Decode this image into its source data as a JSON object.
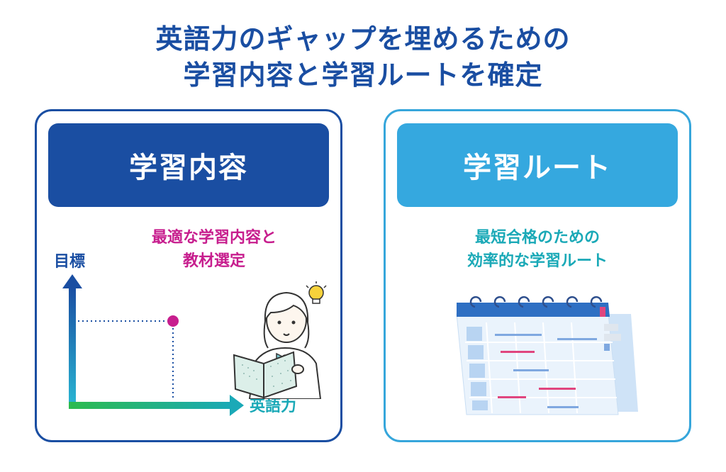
{
  "title": {
    "line1": "英語力のギャップを埋めるための",
    "line2": "学習内容と学習ルートを確定"
  },
  "left_card": {
    "header": "学習内容",
    "caption_line1": "最適な学習内容と",
    "caption_line2": "教材選定",
    "y_axis_label": "目標",
    "x_axis_label": "英語力"
  },
  "right_card": {
    "header": "学習ルート",
    "caption_line1": "最短合格のための",
    "caption_line2": "効率的な学習ルート"
  },
  "icons": [
    "lightbulb-icon",
    "calendar-icon"
  ],
  "colors": {
    "navy": "#1a4ea2",
    "sky": "#35a8df",
    "pink": "#c71e8e",
    "teal": "#1aa9b7",
    "green": "#2dbb4e"
  }
}
